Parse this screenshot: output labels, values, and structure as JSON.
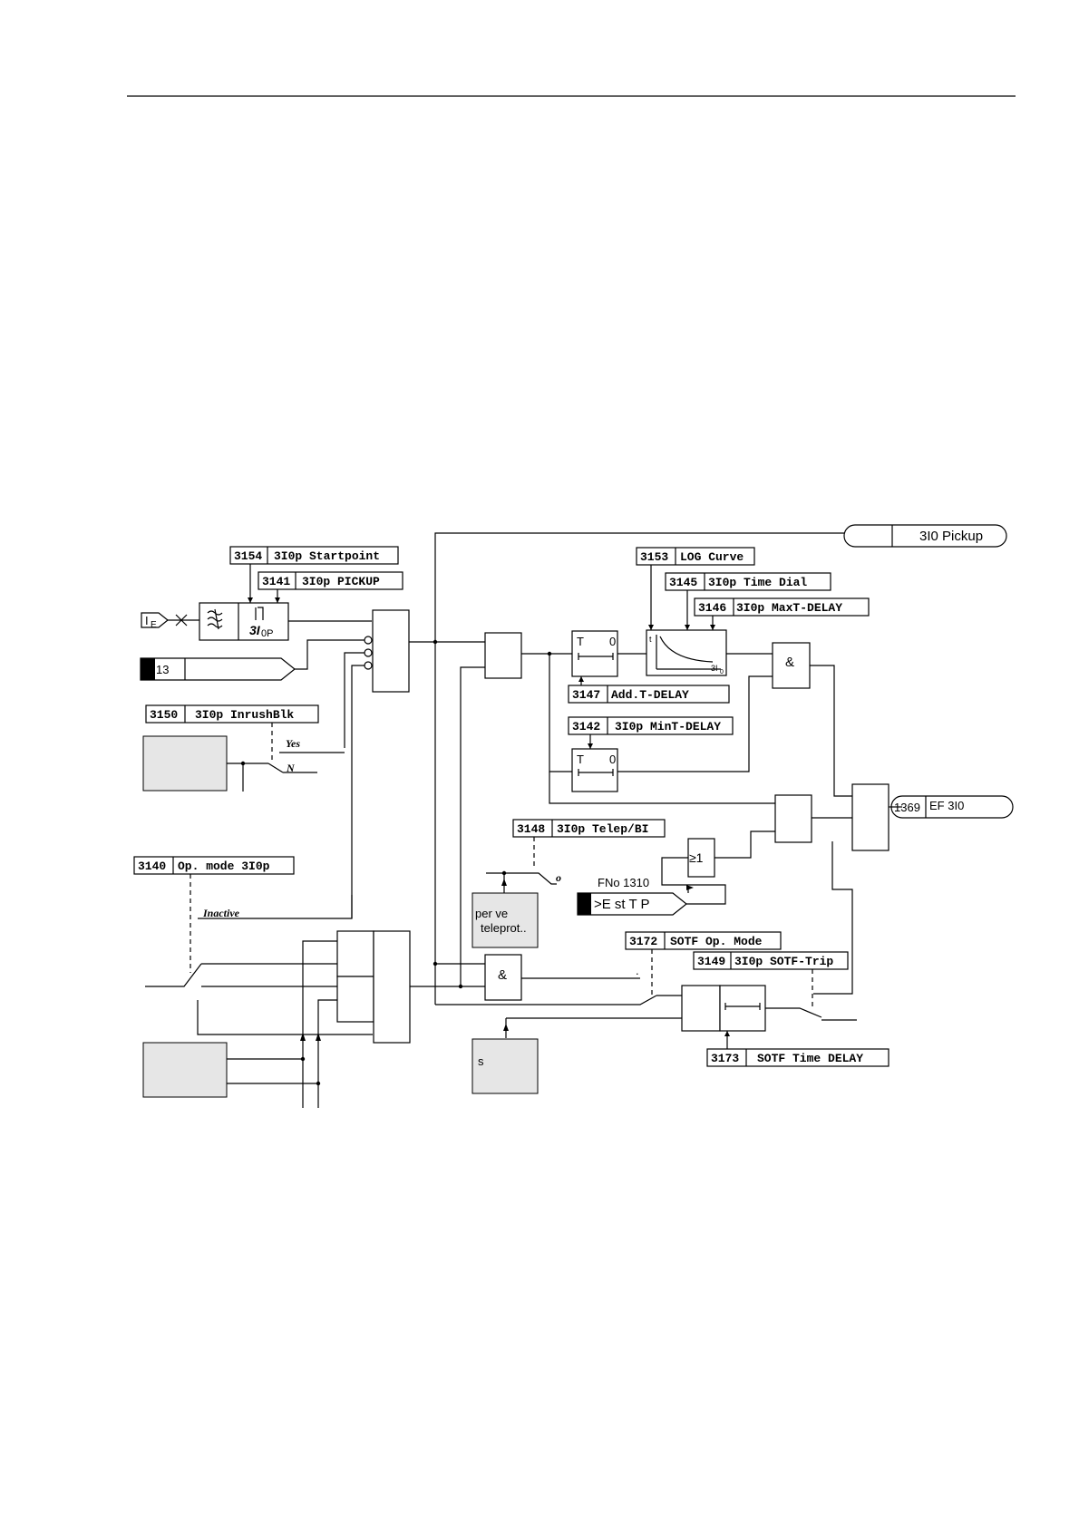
{
  "params": {
    "p3154": {
      "num": "3154",
      "label": "3I0p Startpoint"
    },
    "p3141": {
      "num": "3141",
      "label": "3I0p PICKUP"
    },
    "p3153": {
      "num": "3153",
      "label": "LOG Curve"
    },
    "p3145": {
      "num": "3145",
      "label": "3I0p Time Dial"
    },
    "p3146": {
      "num": "3146",
      "label": "3I0p MaxT-DELAY"
    },
    "p3147": {
      "num": "3147",
      "label": "Add.T-DELAY"
    },
    "p3142": {
      "num": "3142",
      "label": "3I0p MinT-DELAY"
    },
    "p3150": {
      "num": "3150",
      "label": "3I0p InrushBlk"
    },
    "p3148": {
      "num": "3148",
      "label": "3I0p Telep/BI"
    },
    "p3140": {
      "num": "3140",
      "label": "Op. mode 3I0p"
    },
    "p3172": {
      "num": "3172",
      "label": "SOTF Op. Mode"
    },
    "p3149": {
      "num": "3149",
      "label": "3I0p SOTF-Trip"
    },
    "p3173": {
      "num": "3173",
      "label": "SOTF Time DELAY"
    }
  },
  "outputs": {
    "pickup": {
      "num": "",
      "label": "3I0   Pickup"
    },
    "ef": {
      "num": "1369",
      "label": "EF 3I0"
    }
  },
  "inputs": {
    "ie_sub": "E",
    "ie_main": "I",
    "i13": "13",
    "fno": "FNo 1310",
    "estp": ">E        st T     P"
  },
  "blocks": {
    "pickup_sym_sub": "0P",
    "pickup_sym_main": "3I",
    "timer_T": "T",
    "timer_0": "0",
    "and": "&",
    "or": "≥1",
    "curve_t": "t",
    "curve_3i": "3I",
    "curve_3i_sub": "0"
  },
  "switch_labels": {
    "yes": "Yes",
    "n": "N",
    "o": "o",
    "inactive": "Inactive",
    "dot": "."
  },
  "gray_boxes": {
    "telep_line1": "per        ve",
    "telep_line2": "teleprot..",
    "s": "s"
  }
}
